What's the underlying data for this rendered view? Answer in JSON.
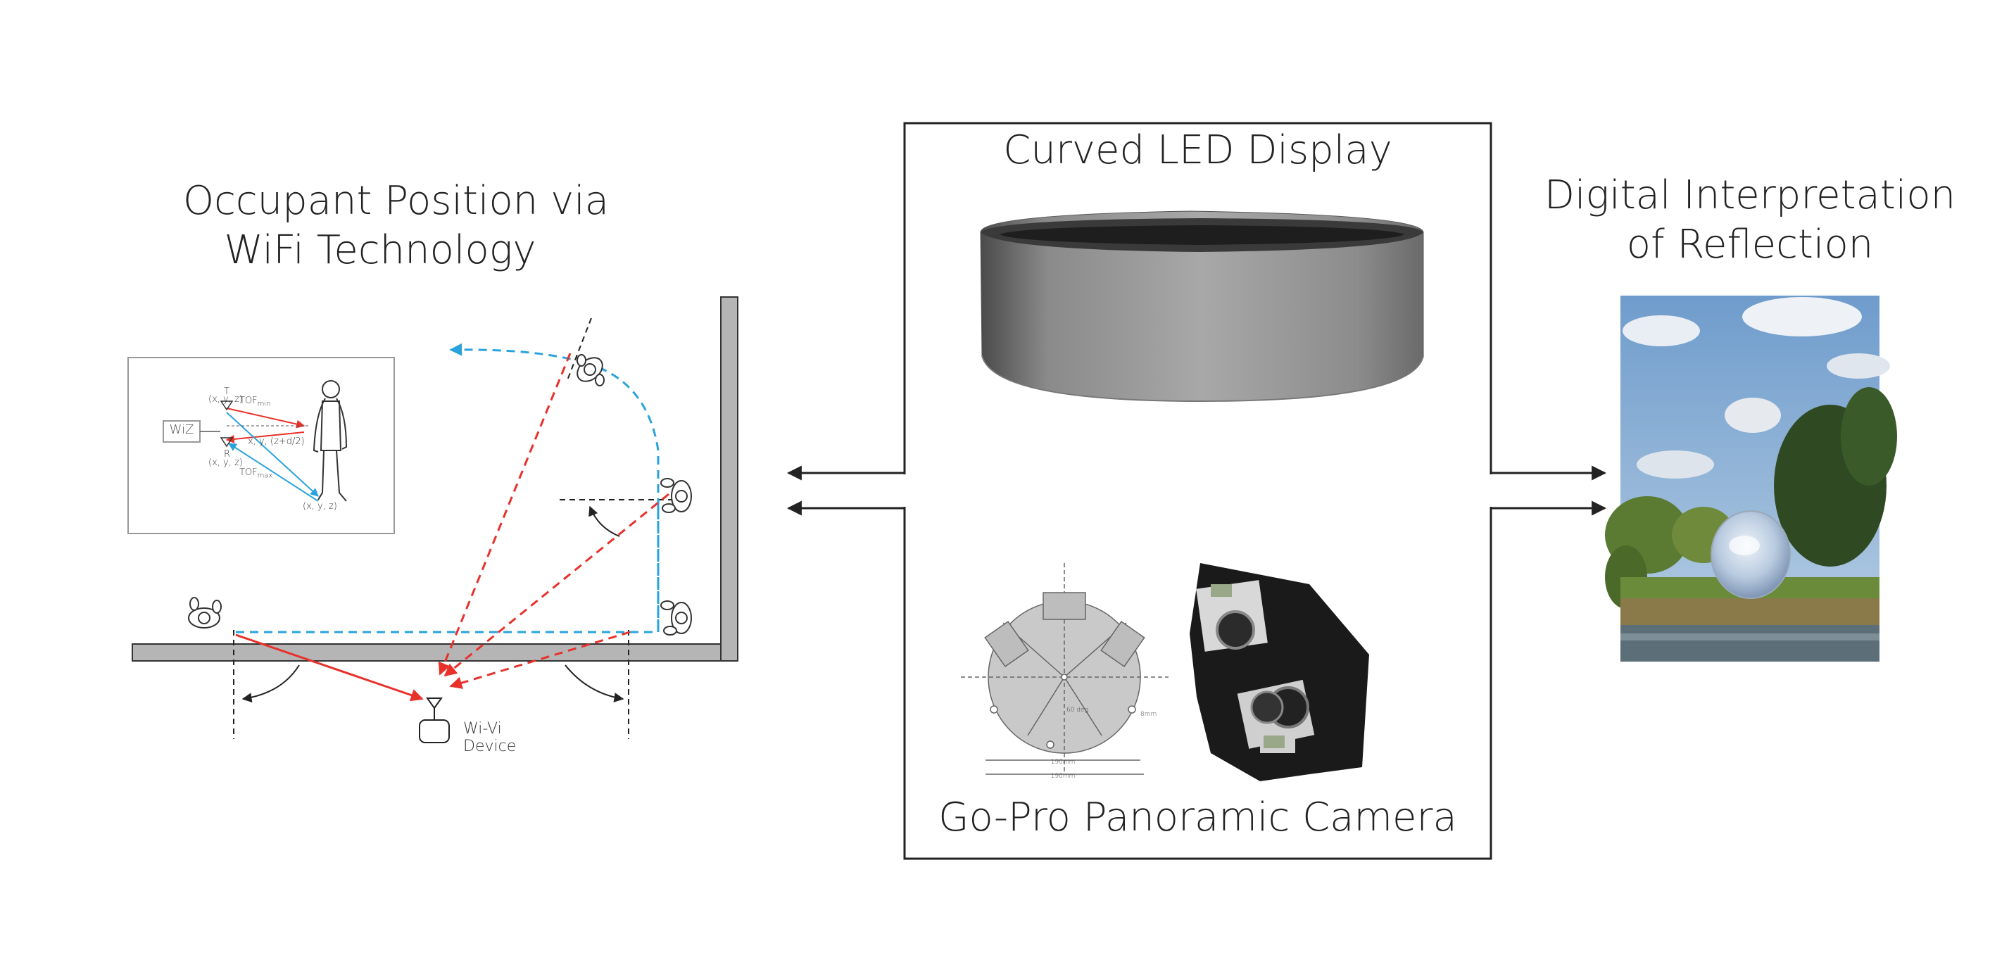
{
  "left_panel": {
    "title_line1": "Occupant Position via",
    "title_line2": "WiFi Technology",
    "device_label_line1": "Wi-Vi",
    "device_label_line2": "Device",
    "inset": {
      "box_label": "WiZ",
      "tof_min": "TOF",
      "tof_min_sub": "min",
      "tof_max": "TOF",
      "tof_max_sub": "max",
      "coord_top": "(x, y, z)",
      "coord_bottom": "(x, y, z)",
      "coord_person": "(x, y, z)",
      "coord_mid": "x, y, (z+d/2)",
      "letter_t": "T",
      "letter_r": "R"
    },
    "colors": {
      "red": "#e8312a",
      "blue": "#2aa3dc",
      "wall": "#b5b5b5"
    }
  },
  "center_panel": {
    "top_label": "Curved LED Display",
    "bottom_label": "Go-Pro Panoramic Camera",
    "drawing_labels": {
      "dim1": "190mm",
      "dim2": "190mm",
      "angle": "60 deg",
      "dim3": "8mm"
    }
  },
  "right_panel": {
    "title_line1": "Digital Interpretation",
    "title_line2": "of Reflection"
  }
}
